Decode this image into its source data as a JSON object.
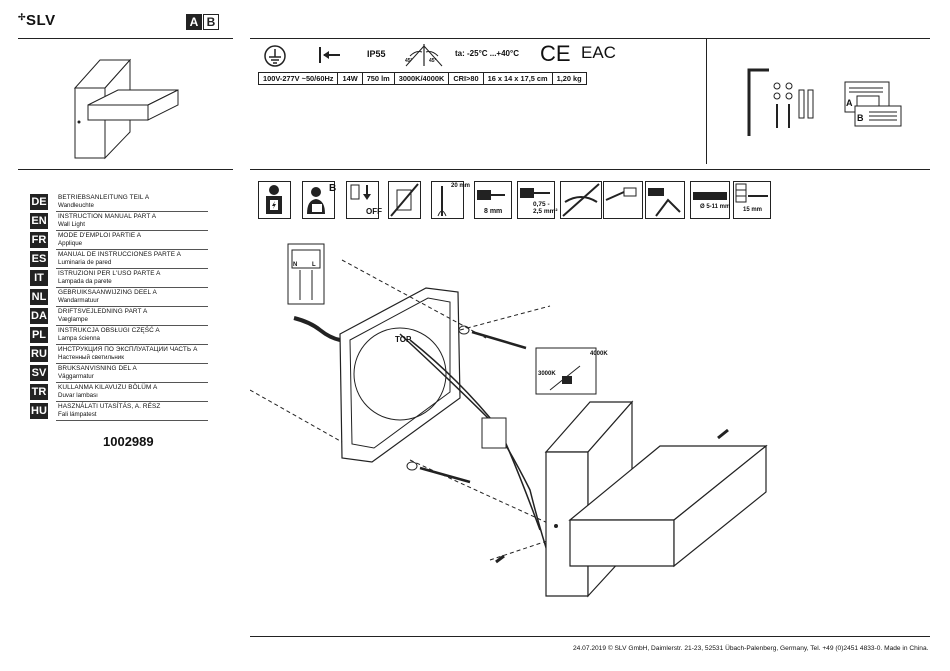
{
  "header": {
    "brand": "SLV",
    "part_badge_active": "A",
    "part_badge_inactive": "B"
  },
  "specs": {
    "protection": "IP55",
    "temperature": "ta: -25°C ...+40°C",
    "mounting_angle_left": "45°",
    "mounting_angle_right": "45°",
    "ce_mark": "CE",
    "eac_mark": "EAC",
    "cells": [
      "100V-277V ~50/60Hz",
      "14W",
      "750 lm",
      "3000K/4000K",
      "CRI>80",
      "16 x 14 x 17,5 cm",
      "1,20 kg"
    ]
  },
  "languages": [
    {
      "code": "DE",
      "title": "BETRIEBSANLEITUNG TEIL A",
      "subtitle": "Wandleuchte"
    },
    {
      "code": "EN",
      "title": "INSTRUCTION MANUAL PART A",
      "subtitle": "Wall Light"
    },
    {
      "code": "FR",
      "title": "MODE D'EMPLOI PARTIE A",
      "subtitle": "Applique"
    },
    {
      "code": "ES",
      "title": "MANUAL DE INSTRUCCIONES PARTE A",
      "subtitle": "Luminaria de pared"
    },
    {
      "code": "IT",
      "title": "ISTRUZIONI PER L'USO PARTE A",
      "subtitle": "Lampada da parete"
    },
    {
      "code": "NL",
      "title": "GEBRUIKSAANWIJZING DEEL A",
      "subtitle": "Wandarmatuur"
    },
    {
      "code": "DA",
      "title": "DRIFTSVEJLEDNING PART A",
      "subtitle": "Væglampe"
    },
    {
      "code": "PL",
      "title": "INSTRUKCJA OBSŁUGI CZĘŚĆ A",
      "subtitle": "Lampa ścienna"
    },
    {
      "code": "RU",
      "title": "ИНСТРУКЦИЯ ПО ЭКСПЛУАТАЦИИ ЧАСТЬ А",
      "subtitle": "Настенный светильник"
    },
    {
      "code": "SV",
      "title": "BRUKSANVISNING DEL A",
      "subtitle": "Väggarmatur"
    },
    {
      "code": "TR",
      "title": "KULLANMA KILAVUZU BÖLÜM A",
      "subtitle": "Duvar lambası"
    },
    {
      "code": "HU",
      "title": "HASZNÁLATI UTASÍTÁS, A. RÉSZ",
      "subtitle": "Fali lámpatest"
    }
  ],
  "article_number": "1002989",
  "step_labels": {
    "off": "OFF",
    "drill_depth": "20 mm",
    "strip_length": "8 mm",
    "wire_section": "0,75 - 2,5 mm²",
    "cable_diameter": "Ø 5-11 mm",
    "strip_outer": "15 mm"
  },
  "parts_labels": {
    "manual_a": "A",
    "manual_b": "B",
    "person_b": "B"
  },
  "diagram": {
    "top_label": "TOP",
    "terminal_n": "N",
    "terminal_l": "L",
    "cct_low": "3000K",
    "cct_high": "4000K"
  },
  "footer": {
    "text": "24.07.2019 © SLV GmbH, Daimlerstr. 21-23, 52531 Übach-Palenberg, Germany, Tel. +49 (0)2451 4833-0. Made in China."
  }
}
